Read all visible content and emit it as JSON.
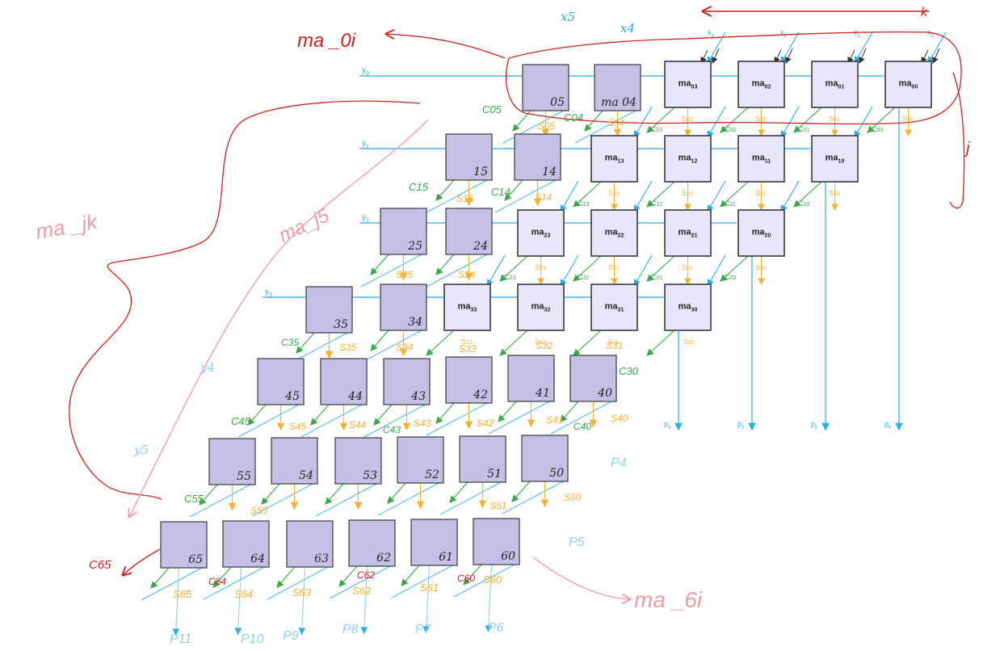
{
  "colors": {
    "cell_fill_typed": "#e8e6fb",
    "cell_fill_hand": "#c5c0e6",
    "cell_stroke": "#3a3a3a",
    "row_line": "#29aee6",
    "sum_line": "#f4b233",
    "carry_line": "#3aa84a",
    "annotation_red": "#d21f1f",
    "annotation_pink": "#f09aa8",
    "annotation_black": "#111111",
    "annotation_blue": "#1e90d8"
  },
  "typed_cells": [
    {
      "row": 0,
      "col": 3,
      "label": "ma",
      "sub": "03"
    },
    {
      "row": 0,
      "col": 2,
      "label": "ma",
      "sub": "02"
    },
    {
      "row": 0,
      "col": 1,
      "label": "ma",
      "sub": "01"
    },
    {
      "row": 0,
      "col": 0,
      "label": "ma",
      "sub": "00"
    },
    {
      "row": 1,
      "col": 3,
      "label": "ma",
      "sub": "13"
    },
    {
      "row": 1,
      "col": 2,
      "label": "ma",
      "sub": "12"
    },
    {
      "row": 1,
      "col": 1,
      "label": "ma",
      "sub": "11"
    },
    {
      "row": 1,
      "col": 0,
      "label": "ma",
      "sub": "10"
    },
    {
      "row": 2,
      "col": 3,
      "label": "ma",
      "sub": "23"
    },
    {
      "row": 2,
      "col": 2,
      "label": "ma",
      "sub": "22"
    },
    {
      "row": 2,
      "col": 1,
      "label": "ma",
      "sub": "21"
    },
    {
      "row": 2,
      "col": 0,
      "label": "ma",
      "sub": "20"
    },
    {
      "row": 3,
      "col": 3,
      "label": "ma",
      "sub": "33"
    },
    {
      "row": 3,
      "col": 2,
      "label": "ma",
      "sub": "32"
    },
    {
      "row": 3,
      "col": 1,
      "label": "ma",
      "sub": "31"
    },
    {
      "row": 3,
      "col": 0,
      "label": "ma",
      "sub": "30"
    }
  ],
  "hand_cells": [
    {
      "row": 0,
      "col": 5,
      "label": "05"
    },
    {
      "row": 0,
      "col": 4,
      "label": "ma 04"
    },
    {
      "row": 1,
      "col": 5,
      "label": "15"
    },
    {
      "row": 1,
      "col": 4,
      "label": "14"
    },
    {
      "row": 2,
      "col": 5,
      "label": "25"
    },
    {
      "row": 2,
      "col": 4,
      "label": "24"
    },
    {
      "row": 3,
      "col": 5,
      "label": "35"
    },
    {
      "row": 3,
      "col": 4,
      "label": "34"
    },
    {
      "row": 4,
      "col": 5,
      "label": "45"
    },
    {
      "row": 4,
      "col": 4,
      "label": "44"
    },
    {
      "row": 4,
      "col": 3,
      "label": "43"
    },
    {
      "row": 4,
      "col": 2,
      "label": "42"
    },
    {
      "row": 4,
      "col": 1,
      "label": "41"
    },
    {
      "row": 4,
      "col": 0,
      "label": "40"
    },
    {
      "row": 5,
      "col": 5,
      "label": "55"
    },
    {
      "row": 5,
      "col": 4,
      "label": "54"
    },
    {
      "row": 5,
      "col": 3,
      "label": "53"
    },
    {
      "row": 5,
      "col": 2,
      "label": "52"
    },
    {
      "row": 5,
      "col": 1,
      "label": "51"
    },
    {
      "row": 5,
      "col": 0,
      "label": "50"
    },
    {
      "row": 6,
      "col": 5,
      "label": "65"
    },
    {
      "row": 6,
      "col": 4,
      "label": "64"
    },
    {
      "row": 6,
      "col": 3,
      "label": "63"
    },
    {
      "row": 6,
      "col": 2,
      "label": "62"
    },
    {
      "row": 6,
      "col": 1,
      "label": "61"
    },
    {
      "row": 6,
      "col": 0,
      "label": "60"
    }
  ],
  "row_inputs": {
    "y0": "y",
    "y0s": "0",
    "y1": "y",
    "y1s": "1",
    "y2": "y",
    "y2s": "2",
    "y3": "y",
    "y3s": "3",
    "y4": "y4",
    "y5": "y5"
  },
  "col_inputs": {
    "x3": "x",
    "x3s": "3",
    "x2": "x",
    "x2s": "2",
    "x1": "x",
    "x1s": "1",
    "x0": "x",
    "x0s": "0",
    "x5": "x5",
    "x4": "x4"
  },
  "sum_labels": {
    "s03": "S",
    "s03s": "03",
    "s02": "S",
    "s02s": "02",
    "s01": "S",
    "s01s": "01",
    "s00": "S",
    "s00s": "00",
    "s13": "S",
    "s13s": "13",
    "s12": "S",
    "s12s": "12",
    "s11": "S",
    "s11s": "11",
    "s10": "S",
    "s10s": "10",
    "s23": "S",
    "s23s": "23",
    "s22": "S",
    "s22s": "22",
    "s21": "S",
    "s21s": "21",
    "s20": "S",
    "s20s": "20",
    "s33": "S",
    "s33s": "33",
    "s32": "S",
    "s32s": "32",
    "s31": "S",
    "s31s": "31",
    "s30": "S",
    "s30s": "30"
  },
  "carry_labels": {
    "c03": "C",
    "c03s": "03",
    "c02": "C",
    "c02s": "02",
    "c01": "C",
    "c01s": "01",
    "c00": "C",
    "c00s": "00",
    "c13": "C",
    "c13s": "13",
    "c12": "C",
    "c12s": "12",
    "c11": "C",
    "c11s": "11",
    "c10": "C",
    "c10s": "10",
    "c23": "C",
    "c23s": "23",
    "c22": "C",
    "c22s": "22",
    "c21": "C",
    "c21s": "21",
    "c20": "C",
    "c20s": "20"
  },
  "products": {
    "p3": "p",
    "p3s": "3",
    "p2": "p",
    "p2s": "2",
    "p1": "p",
    "p1s": "1",
    "p0": "p",
    "p0s": "0"
  },
  "hand_labels": {
    "ma_0i_top": "ma _0i",
    "ma_jk": "ma _jk",
    "ma_j5": "ma_j5",
    "ma_6i": "ma _6i",
    "j": "j",
    "k": "k",
    "c65": "C65",
    "c05": "C05",
    "c04": "C04",
    "c15": "C15",
    "c14": "C14",
    "s05": "S05",
    "s04": "S04",
    "s15": "S15",
    "s14": "S14",
    "s25": "S25",
    "s24": "S24",
    "s35": "S35",
    "s34": "S34",
    "s33h": "S33",
    "s32h": "S32",
    "s31h": "S31",
    "c45": "C45",
    "c43": "C43",
    "c40": "C40",
    "c35": "C35",
    "c30": "C30",
    "s45": "S45",
    "s44": "S44",
    "s43": "S43",
    "s42": "S42",
    "s41": "S41",
    "s40": "S40",
    "c55": "C55",
    "s55": "S55",
    "s50": "S50",
    "s51": "S51",
    "c64": "C64",
    "c62": "C62",
    "c60": "C60",
    "s65": "S65",
    "s64": "S64",
    "s63": "S63",
    "s62": "S62",
    "s61": "S61",
    "s60": "S60",
    "x3": "x3",
    "x2": "x2",
    "x1": "x1",
    "x0": "x0",
    "p4": "P4",
    "p5": "P5",
    "p6": "P6",
    "p7": "P7",
    "p8": "P8",
    "p9": "P9",
    "p10": "P10",
    "p11": "P11"
  }
}
